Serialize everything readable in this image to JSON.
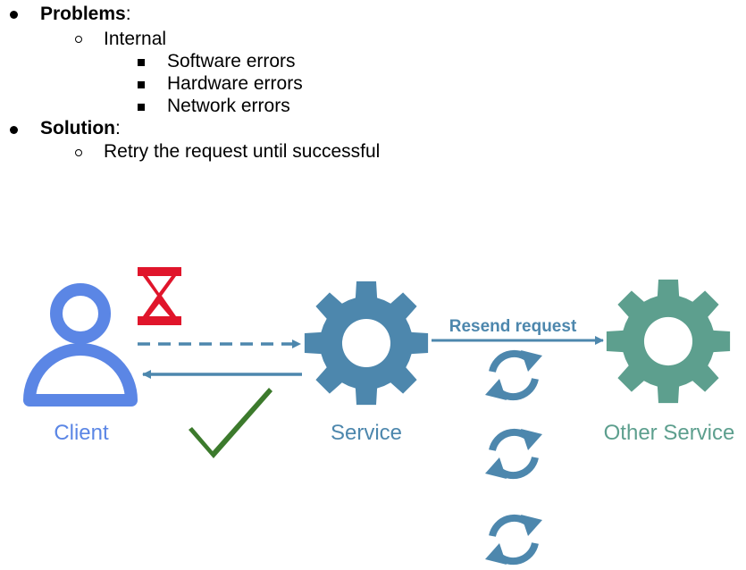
{
  "bullets": {
    "problems_title": "Problems",
    "problems_colon": ":",
    "internal": "Internal",
    "software_errors": "Software errors",
    "hardware_errors": "Hardware errors",
    "network_errors": "Network errors",
    "solution_title": "Solution",
    "solution_colon": ":",
    "retry": "Retry the request until successful"
  },
  "diagram": {
    "client_label": "Client",
    "service_label": "Service",
    "other_service_label": "Other Service",
    "resend_label": "Resend request",
    "colors": {
      "client": "#5b86e5",
      "service": "#4d87ad",
      "other": "#5d9f8e",
      "hourglass": "#e0152b",
      "check": "#3c7a2c",
      "arrow": "#4d87ad"
    }
  }
}
